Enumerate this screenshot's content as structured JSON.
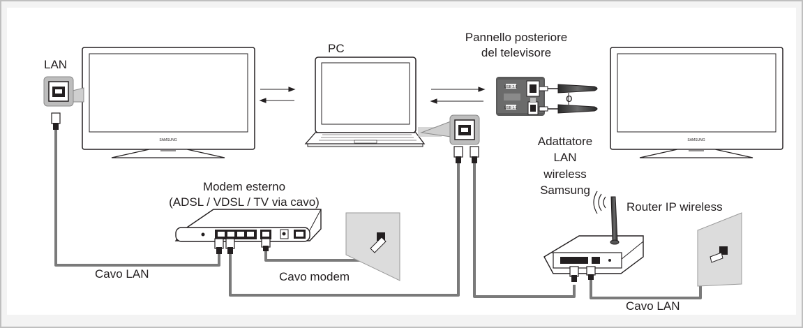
{
  "labels": {
    "lan": "LAN",
    "pc": "PC",
    "rear_panel_line1": "Pannello posteriore",
    "rear_panel_line2": "del televisore",
    "or": "o",
    "adapter_line1": "Adattatore",
    "adapter_line2": "LAN",
    "adapter_line3": "wireless",
    "adapter_line4": "Samsung",
    "modem_line1": "Modem esterno",
    "modem_line2": "(ADSL / VDSL / TV via cavo)",
    "router": "Router IP wireless",
    "lan_cable_left": "Cavo LAN",
    "modem_cable": "Cavo modem",
    "lan_cable_right": "Cavo LAN",
    "tv_brand": "SAMSUNG",
    "usb_port_1": "USB 2.0",
    "usb_port_2": "USB 1.1"
  },
  "colors": {
    "frame_border": "#bfbfbf",
    "frame_fill": "#f3f3f3",
    "cable": "#7a7a7a",
    "device_outline": "#231f20",
    "panel_dark": "#585858"
  }
}
